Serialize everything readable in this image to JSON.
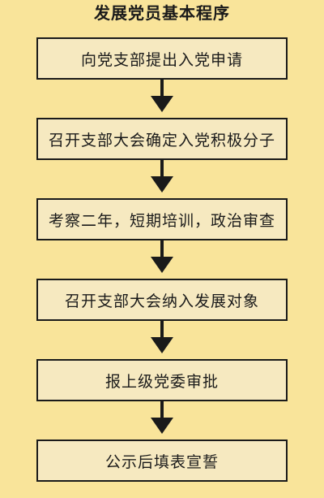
{
  "title": "发展党员基本程序",
  "steps": [
    "向党支部提出入党申请",
    "召开支部大会确定入党积极分子",
    "考察二年，短期培训，政治审查",
    "召开支部大会纳入发展对象",
    "报上级党委审批",
    "公示后填表宣誓"
  ],
  "colors": {
    "background": "#f9e49a",
    "box_fill": "#f6e9c0",
    "stroke": "#1a1a1a"
  }
}
